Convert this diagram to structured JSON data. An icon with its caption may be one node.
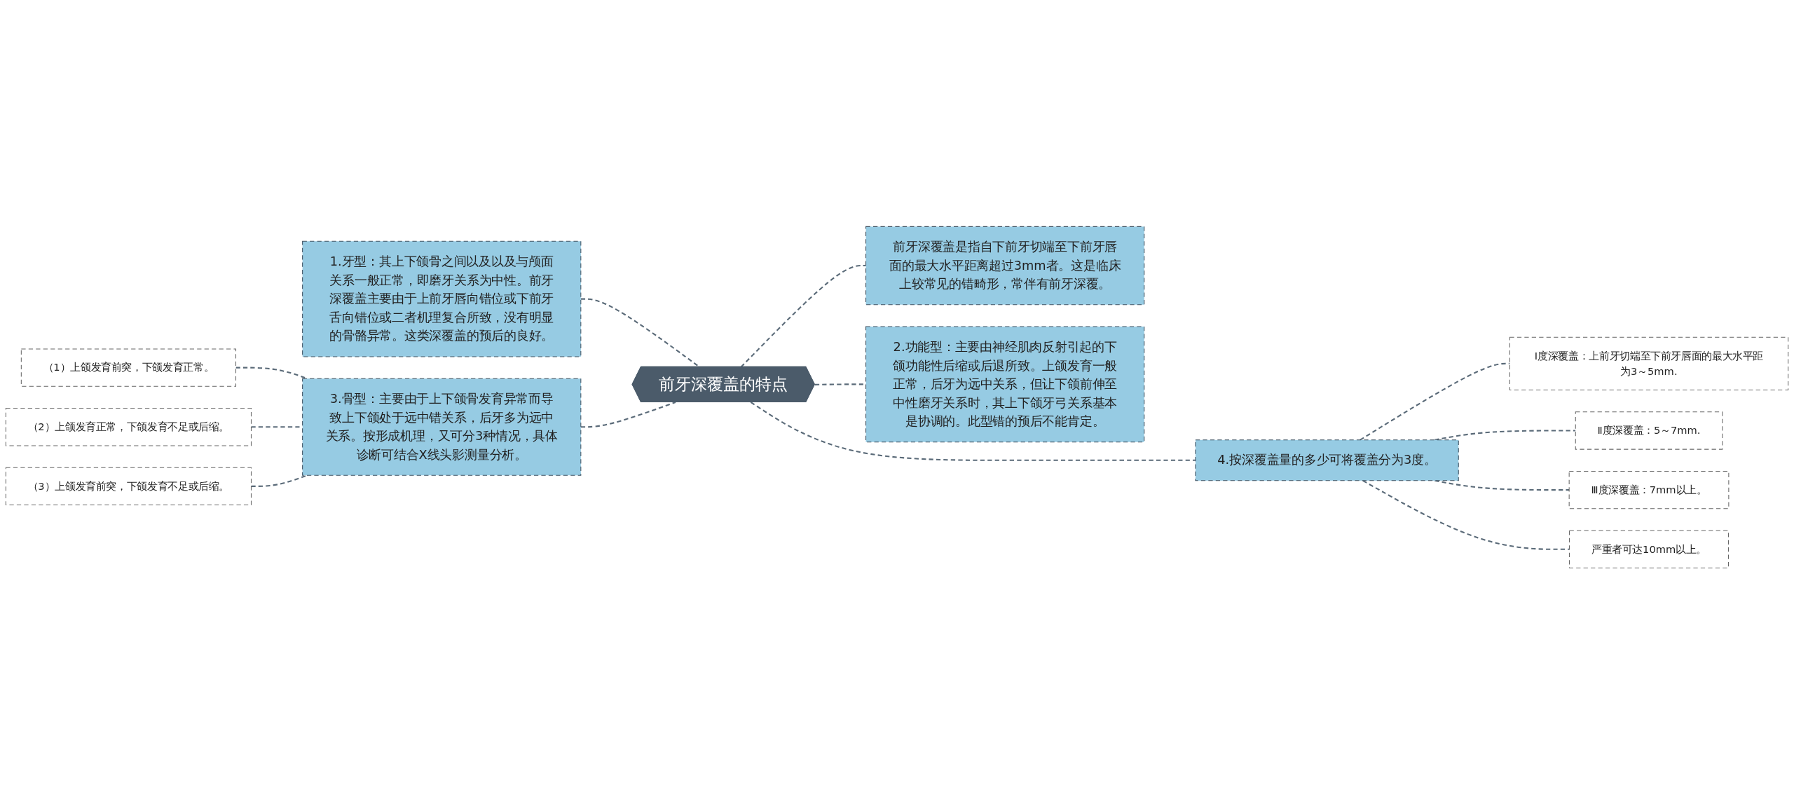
{
  "diagram": {
    "nodes": [
      {
        "text": [
          "前牙深覆盖的特点"
        ]
      },
      {
        "text": [
          "1.牙型：其上下颌骨之间以及以及与颅面关系一般正常，即磨牙关系为中性。前牙深覆盖主要由于上前牙唇向错位或下前牙舌向错位或二者机理复合所致，没有明显的骨骼异常。这类深覆盖的预后的良好。"
        ]
      },
      {
        "text": [
          "3.骨型：主要由于上下颌骨发育异常而导致上下颌处于远中错关系，后牙多为远中关系。按形成机理，又可分3种情况，具体诊断可结合X线头影测量分析。"
        ]
      },
      {
        "text": [
          "（1）上颌发育前突，下颌发育正常。"
        ]
      },
      {
        "text": [
          "（2）上颌发育正常，下颌发育不足或后缩。"
        ]
      },
      {
        "text": [
          "（3）上颌发育前突，下颌发育不足或后缩。"
        ]
      },
      {
        "text": [
          "前牙深覆盖是指自下前牙切端至下前牙唇面的最大水平距离超过3mm者。这是临床上较常见的错畸形，常伴有前牙深覆。"
        ]
      },
      {
        "text": [
          "2.功能型：主要由神经肌肉反射引起的下颌功能性后缩或后退所致。上颌发育一般正常，后牙为远中关系，但让下颌前伸至中性磨牙关系时，其上下颌牙弓关系基本是协调的。此型错的预后不能肯定。"
        ]
      },
      {
        "text": [
          "4.按深覆盖量的多少可将覆盖分为3度。"
        ]
      },
      {
        "text": [
          "Ⅰ度深覆盖：上前牙切端至下前牙唇面的最大水平距为3～5mm."
        ]
      },
      {
        "text": [
          "Ⅱ度深覆盖：5～7mm."
        ]
      },
      {
        "text": [
          "Ⅲ度深覆盖：7mm以上。"
        ]
      },
      {
        "text": [
          "严重者可达10mm以上。"
        ]
      }
    ],
    "edges": [
      {
        "from": 0,
        "to": 1,
        "arrow": "none",
        "style": "dashed"
      },
      {
        "from": 0,
        "to": 2,
        "arrow": "none",
        "style": "dashed"
      },
      {
        "from": 2,
        "to": 3,
        "arrow": "none",
        "style": "dashed"
      },
      {
        "from": 2,
        "to": 4,
        "arrow": "none",
        "style": "dashed"
      },
      {
        "from": 2,
        "to": 5,
        "arrow": "none",
        "style": "dashed"
      },
      {
        "from": 0,
        "to": 6,
        "arrow": "none",
        "style": "dashed"
      },
      {
        "from": 0,
        "to": 7,
        "arrow": "none",
        "style": "dashed"
      },
      {
        "from": 0,
        "to": 8,
        "arrow": "none",
        "style": "dashed"
      },
      {
        "from": 8,
        "to": 9,
        "arrow": "none",
        "style": "dashed"
      },
      {
        "from": 8,
        "to": 10,
        "arrow": "none",
        "style": "dashed"
      },
      {
        "from": 8,
        "to": 11,
        "arrow": "none",
        "style": "dashed"
      },
      {
        "from": 8,
        "to": 12,
        "arrow": "none",
        "style": "dashed"
      }
    ]
  }
}
